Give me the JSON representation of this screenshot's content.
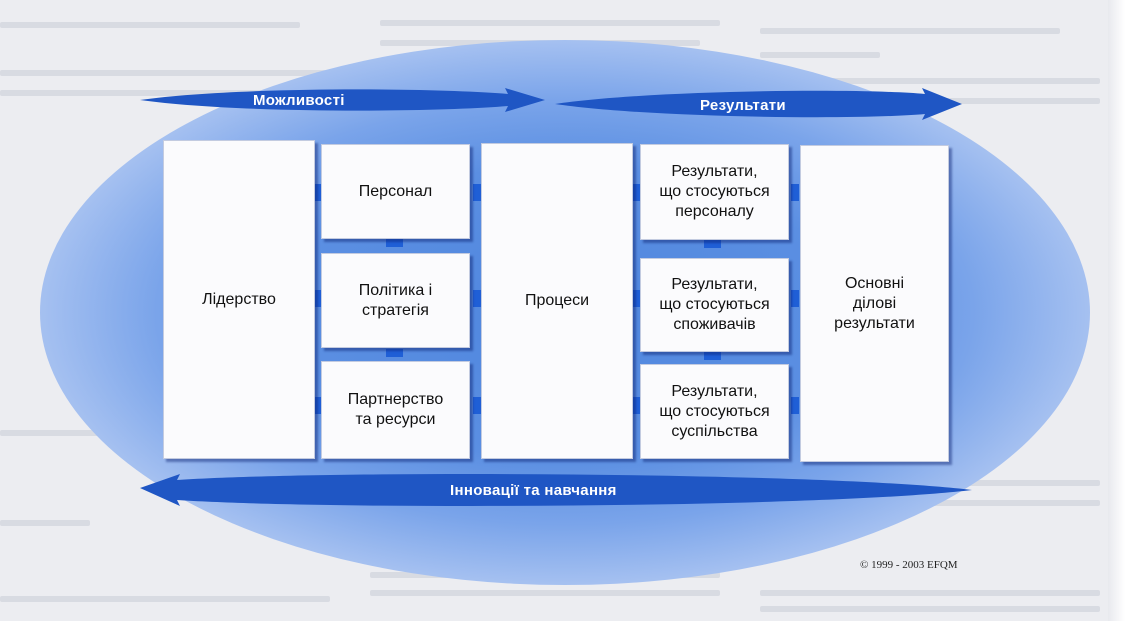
{
  "top_arrows": {
    "enablers": "Можливості",
    "results": "Результати"
  },
  "bottom_arrow": "Інновації та навчання",
  "boxes": {
    "leadership": "Лідерство",
    "people": "Персонал",
    "policy": "Політика і\nстратегія",
    "partnerships": "Партнерство\nта ресурси",
    "processes": "Процеси",
    "people_results": "Результати,\nщо стосуються\nперсоналу",
    "customer_results": "Результати,\nщо стосуються\nспоживачів",
    "society_results": "Результати,\nщо стосуються\nсуспільства",
    "key_results": "Основні\nділові\nрезультати"
  },
  "copyright": "© 1999 - 2003 EFQM",
  "colors": {
    "arrow": "#1f56c4",
    "connector": "#1f5fd6",
    "ellipse": "#4f86de"
  }
}
